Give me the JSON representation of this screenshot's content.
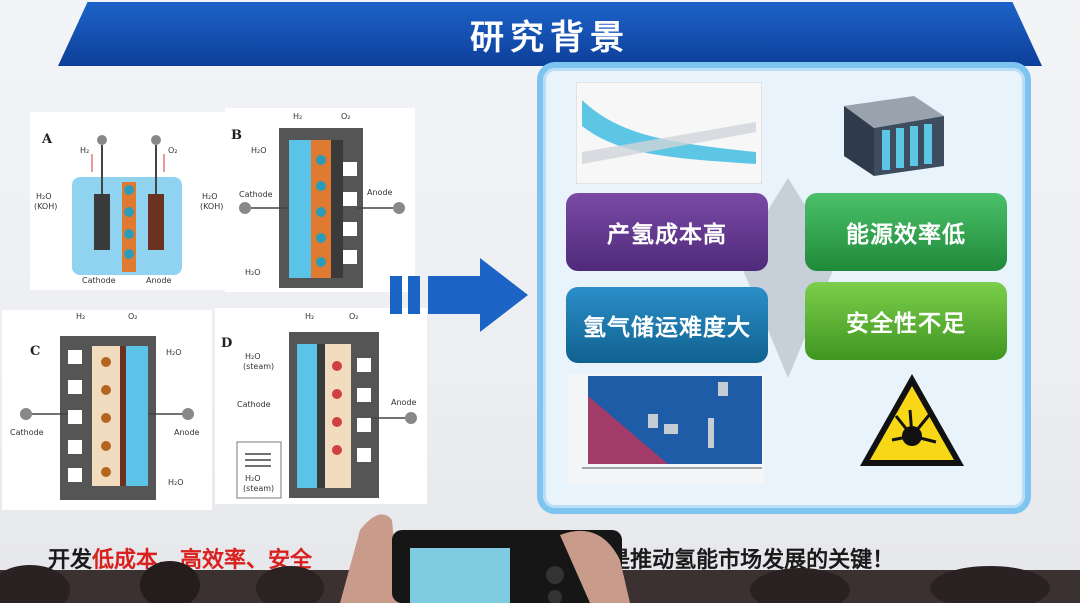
{
  "title": "研究背景",
  "diagram": {
    "panel_labels": [
      "A",
      "B",
      "C",
      "D"
    ],
    "labels": {
      "h2": "H₂",
      "o2": "O₂",
      "h2o": "H₂O",
      "h2o_koh": "(KOH)",
      "steam": "(steam)",
      "cathode": "Cathode",
      "anode": "Anode"
    }
  },
  "problems": [
    {
      "label": "产氢成本高",
      "color": "#5c3590"
    },
    {
      "label": "能源效率低",
      "color": "#27994a"
    },
    {
      "label": "氢气储运难度大",
      "color": "#1c78ad"
    },
    {
      "label": "安全性不足",
      "color": "#55ad2d"
    }
  ],
  "bottom_text": {
    "part1": "开发",
    "part2": "低成本、",
    "part3": "高效率、",
    "part4": "安全",
    "part5": "氢系统是推动氢能市场发展的关键！"
  }
}
